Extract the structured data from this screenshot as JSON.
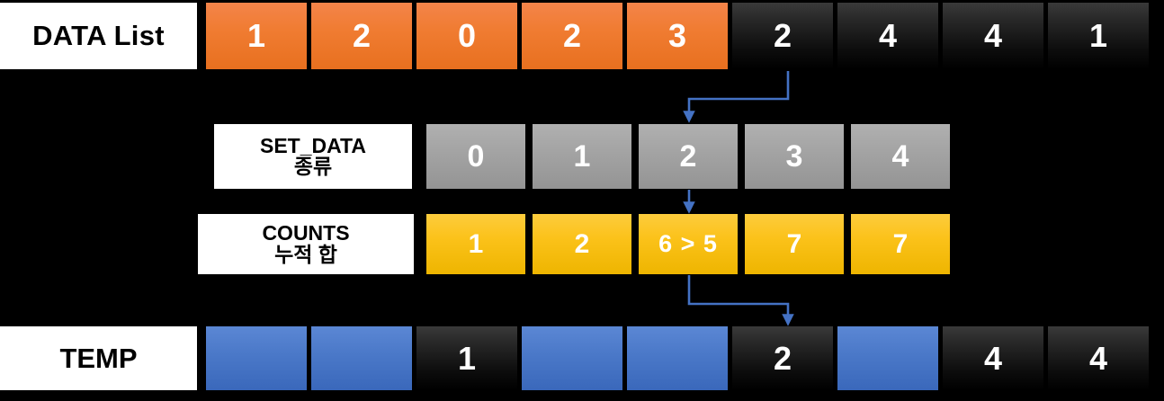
{
  "diagram": {
    "title": "counting-sort-walkthrough",
    "colors": {
      "background": "#000000",
      "label_plate": "#ffffff",
      "highlight_orange": "#e8701f",
      "unprocessed_dark": "#1a1a1a",
      "set_data_gray": "#a3a3a3",
      "counts_yellow": "#fbc21a",
      "temp_blue": "#4a78c8",
      "arrow_blue": "#4472c4"
    }
  },
  "rows": {
    "data_list": {
      "label": "DATA List",
      "cells": [
        {
          "value": "1",
          "style": "orange"
        },
        {
          "value": "2",
          "style": "orange"
        },
        {
          "value": "0",
          "style": "orange"
        },
        {
          "value": "2",
          "style": "orange"
        },
        {
          "value": "3",
          "style": "orange"
        },
        {
          "value": "2",
          "style": "dark"
        },
        {
          "value": "4",
          "style": "dark"
        },
        {
          "value": "4",
          "style": "dark"
        },
        {
          "value": "1",
          "style": "dark"
        }
      ]
    },
    "set_data": {
      "label_line1": "SET_DATA",
      "label_line2": "종류",
      "cells": [
        {
          "value": "0",
          "style": "gray"
        },
        {
          "value": "1",
          "style": "gray"
        },
        {
          "value": "2",
          "style": "gray"
        },
        {
          "value": "3",
          "style": "gray"
        },
        {
          "value": "4",
          "style": "gray"
        }
      ]
    },
    "counts": {
      "label_line1": "COUNTS",
      "label_line2": "누적 합",
      "cells": [
        {
          "value": "1",
          "style": "yellow"
        },
        {
          "value": "2",
          "style": "yellow"
        },
        {
          "value": "6 > 5",
          "style": "yellow"
        },
        {
          "value": "7",
          "style": "yellow"
        },
        {
          "value": "7",
          "style": "yellow"
        }
      ]
    },
    "temp": {
      "label": "TEMP",
      "cells": [
        {
          "value": "",
          "style": "blue"
        },
        {
          "value": "",
          "style": "blue"
        },
        {
          "value": "1",
          "style": "dark"
        },
        {
          "value": "",
          "style": "blue"
        },
        {
          "value": "",
          "style": "blue"
        },
        {
          "value": "2",
          "style": "dark"
        },
        {
          "value": "",
          "style": "blue"
        },
        {
          "value": "4",
          "style": "dark"
        },
        {
          "value": "4",
          "style": "dark"
        }
      ]
    }
  },
  "arrows": [
    {
      "name": "data-to-set-data",
      "from": "data_list.cell.5",
      "to": "set_data.cell.2"
    },
    {
      "name": "set-data-to-counts",
      "from": "set_data.cell.2",
      "to": "counts.cell.2"
    },
    {
      "name": "counts-to-temp",
      "from": "counts.cell.2",
      "to": "temp.cell.5"
    }
  ]
}
